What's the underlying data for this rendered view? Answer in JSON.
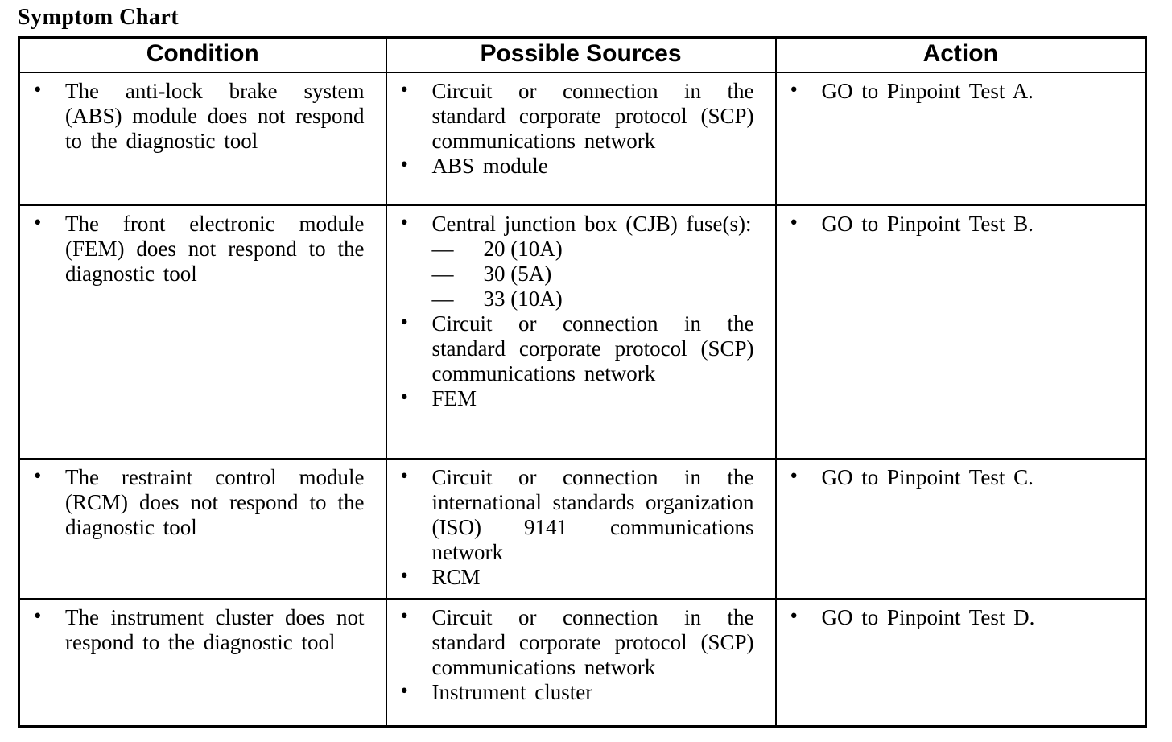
{
  "title": "Symptom Chart",
  "glyphs": {
    "bullet": "•",
    "dash": "—"
  },
  "colors": {
    "text": "#000000",
    "background": "#ffffff",
    "border": "#000000"
  },
  "table": {
    "headers": [
      "Condition",
      "Possible Sources",
      "Action"
    ],
    "rows": [
      {
        "condition": [
          {
            "text": "The anti-lock brake system (ABS) module does not respond to the diagnostic tool"
          }
        ],
        "sources": [
          {
            "text": "Circuit or connection in the standard corporate protocol (SCP) communications network"
          },
          {
            "text": "ABS module"
          }
        ],
        "action": [
          {
            "text": "GO to Pinpoint Test A."
          }
        ]
      },
      {
        "condition": [
          {
            "text": "The front electronic module (FEM) does not respond to the diagnostic tool"
          }
        ],
        "sources": [
          {
            "text": "Central junction box (CJB) fuse(s):",
            "subitems": [
              "20 (10A)",
              "30 (5A)",
              "33 (10A)"
            ]
          },
          {
            "text": "Circuit or connection in the standard corporate protocol (SCP) communications network"
          },
          {
            "text": "FEM"
          }
        ],
        "action": [
          {
            "text": "GO to Pinpoint Test B."
          }
        ]
      },
      {
        "condition": [
          {
            "text": "The restraint control module (RCM) does not respond to the diagnostic tool"
          }
        ],
        "sources": [
          {
            "text": "Circuit or connection in the international standards organization (ISO) 9141 communications network"
          },
          {
            "text": "RCM"
          }
        ],
        "action": [
          {
            "text": "GO to Pinpoint Test C."
          }
        ]
      },
      {
        "condition": [
          {
            "text": "The instrument cluster does not respond to the diagnostic tool"
          }
        ],
        "sources": [
          {
            "text": "Circuit or connection in the standard corporate protocol (SCP) communications network"
          },
          {
            "text": "Instrument cluster"
          }
        ],
        "action": [
          {
            "text": "GO to Pinpoint Test D."
          }
        ]
      }
    ]
  }
}
